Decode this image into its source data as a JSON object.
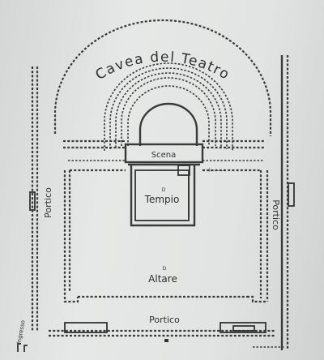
{
  "labels": {
    "cavea": "Cavea del Teatro",
    "scena": "Scena",
    "tempio_marker": "D",
    "tempio": "Tempio",
    "altare_marker": "D",
    "altare": "Altare",
    "portico_left": "Portico",
    "portico_right": "Portico",
    "portico_bottom": "Portico",
    "ingresso": "Ingresso"
  },
  "colors": {
    "ink": "#333333",
    "paper": "#e4e6e5",
    "frame": "#2b2b2b"
  }
}
